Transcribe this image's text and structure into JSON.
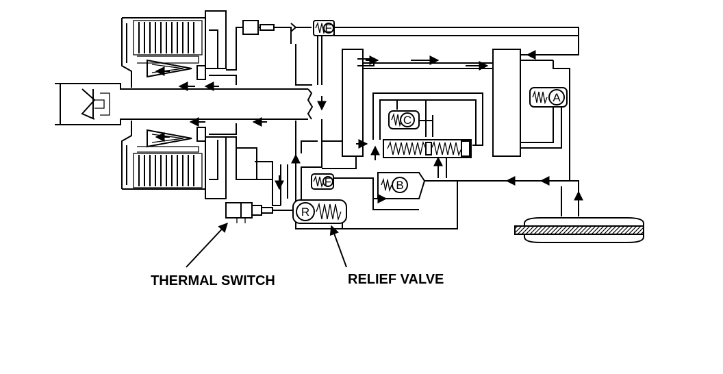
{
  "labels": {
    "thermal_switch": "THERMAL SWITCH",
    "relief_valve": "RELIEF VALVE"
  },
  "valves": {
    "a": "A",
    "b": "B",
    "c": "C",
    "e": "E",
    "f": "F",
    "r": "R"
  }
}
